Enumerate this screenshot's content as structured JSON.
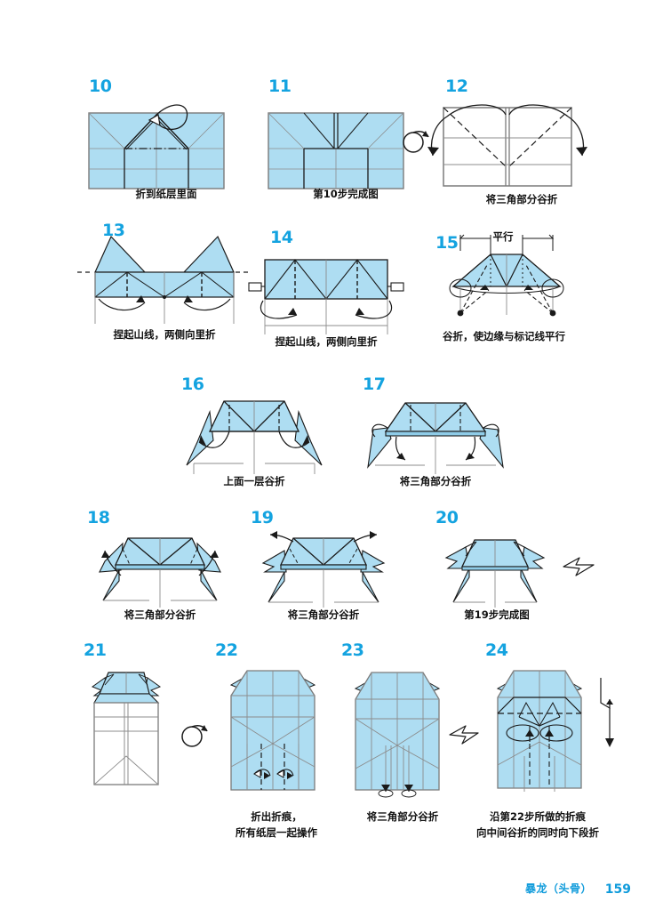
{
  "document": {
    "type": "origami-instruction-page",
    "model_name": "暴龙（头骨）",
    "page_number": "159",
    "language": "zh"
  },
  "colors": {
    "paper_fill": "#AEDDF2",
    "paper_fill_dark": "#8FCCE8",
    "paper_edge": "#7B7B7B",
    "crease_line": "#8C8C8C",
    "fold_line": "#1A1A1A",
    "step_number": "#14A3E0",
    "caption_text": "#111111",
    "footer_text": "#0F9BDB",
    "page_background": "#FFFFFF"
  },
  "steps": [
    {
      "number": "10",
      "caption": "折到纸层里面",
      "caption_lines": [
        "折到纸层里面"
      ],
      "shaded": true,
      "symbols": [
        "loop-arrow-tuck-inside",
        "mountain-dash-dot-line"
      ]
    },
    {
      "number": "11",
      "caption": "第10步完成图",
      "caption_lines": [
        "第10步完成图"
      ],
      "shaded": true,
      "symbols": []
    },
    {
      "number": "12",
      "caption": "将三角部分谷折",
      "caption_lines": [
        "将三角部分谷折"
      ],
      "shaded": false,
      "symbols": [
        "turn-over-icon",
        "valley-fold-dashed",
        "curved-arrow-left",
        "curved-arrow-right"
      ]
    },
    {
      "number": "13",
      "caption": "捏起山线，两侧向里折",
      "caption_lines": [
        "捏起山线，两侧向里折"
      ],
      "shaded": true,
      "symbols": [
        "mountain-dash-line",
        "inward-arrows",
        "reference-dash-marks"
      ]
    },
    {
      "number": "14",
      "caption": "捏起山线，两侧向里折",
      "caption_lines": [
        "捏起山线，两侧向里折"
      ],
      "shaded": true,
      "symbols": [
        "mountain-dash-line",
        "inward-arrows",
        "side-pull-tabs"
      ]
    },
    {
      "number": "15",
      "caption": "谷折，使边缘与标记线平行",
      "caption_lines": [
        "谷折，使边缘与标记线平行"
      ],
      "shaded": true,
      "label": "平行",
      "symbols": [
        "parallel-bracket",
        "valley-fold-dashed",
        "dot-marker-left",
        "dot-marker-right"
      ]
    },
    {
      "number": "16",
      "caption": "上面一层谷折",
      "caption_lines": [
        "上面一层谷折"
      ],
      "shaded": true,
      "symbols": [
        "valley-fold-dashed",
        "outward-arrows"
      ]
    },
    {
      "number": "17",
      "caption": "将三角部分谷折",
      "caption_lines": [
        "将三角部分谷折"
      ],
      "shaded": true,
      "symbols": [
        "loop-arrows",
        "valley-fold-dashed"
      ]
    },
    {
      "number": "18",
      "caption": "将三角部分谷折",
      "caption_lines": [
        "将三角部分谷折"
      ],
      "shaded": true,
      "symbols": [
        "outward-arrows",
        "valley-fold-dashed"
      ]
    },
    {
      "number": "19",
      "caption": "将三角部分谷折",
      "caption_lines": [
        "将三角部分谷折"
      ],
      "shaded": true,
      "symbols": [
        "outward-arrows",
        "valley-fold-dashed"
      ]
    },
    {
      "number": "20",
      "caption": "第19步完成图",
      "caption_lines": [
        "第19步完成图"
      ],
      "shaded": true,
      "symbols": [
        "hollow-next-arrow"
      ]
    },
    {
      "number": "21",
      "caption": "",
      "caption_lines": [],
      "shaded": false,
      "symbols": [
        "turn-over-icon"
      ]
    },
    {
      "number": "22",
      "caption": "折出折痕，所有纸层一起操作",
      "caption_lines": [
        "折出折痕，",
        "所有纸层一起操作"
      ],
      "shaded": true,
      "symbols": [
        "valley-fold-dashed",
        "fold-and-unfold-arrows"
      ]
    },
    {
      "number": "23",
      "caption": "将三角部分谷折",
      "caption_lines": [
        "将三角部分谷折"
      ],
      "shaded": true,
      "symbols": [
        "valley-fold-dashed",
        "small-arrows",
        "hollow-next-arrow"
      ]
    },
    {
      "number": "24",
      "caption": "沿第22步所做的折痕向中间谷折的同时向下段折",
      "caption_lines": [
        "沿第22步所做的折痕",
        "向中间谷折的同时向下段折"
      ],
      "shaded": true,
      "symbols": [
        "valley-fold-dashed",
        "loop-arrows",
        "pleat-zigzag-arrow"
      ]
    }
  ],
  "footer": {
    "title": "暴龙（头骨）",
    "page": "159"
  }
}
